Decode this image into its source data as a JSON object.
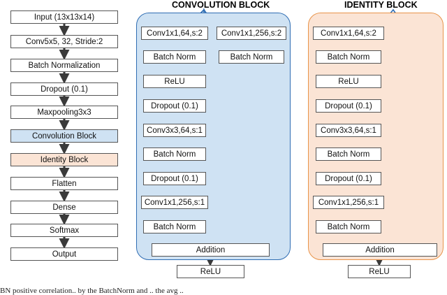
{
  "colors": {
    "conv_fill": "#cfe2f3",
    "conv_border": "#2f6db3",
    "id_fill": "#fbe4d5",
    "id_border": "#e8944a",
    "arrow": "#3a3a3a",
    "branch_arrow": "#2f6db3"
  },
  "left_column": {
    "items": [
      "Input (13x13x14)",
      "Conv5x5, 32, Stride:2",
      "Batch Normalization",
      "Dropout (0.1)",
      "Maxpooling3x3",
      "Convolution Block",
      "Identity Block",
      "Flatten",
      "Dense",
      "Softmax",
      "Output"
    ]
  },
  "conv_block": {
    "title": "CONVOLUTION BLOCK",
    "main_path": [
      "Conv1x1,64,s:2",
      "Batch Norm",
      "ReLU",
      "Dropout (0.1)",
      "Conv3x3,64,s:1",
      "Batch Norm",
      "Dropout (0.1)",
      "Conv1x1,256,s:1",
      "Batch Norm"
    ],
    "shortcut_path": [
      "Conv1x1,256,s:2",
      "Batch Norm"
    ],
    "addition": "Addition",
    "output": "ReLU"
  },
  "identity_block": {
    "title": "IDENTITY BLOCK",
    "main_path": [
      "Conv1x1,64,s:2",
      "Batch Norm",
      "ReLU",
      "Dropout (0.1)",
      "Conv3x3,64,s:1",
      "Batch Norm",
      "Dropout (0.1)",
      "Conv1x1,256,s:1",
      "Batch Norm"
    ],
    "addition": "Addition",
    "output": "ReLU"
  },
  "caption_fragment": "BN positive correlation.. by the BatchNorm and .. the avg .. "
}
